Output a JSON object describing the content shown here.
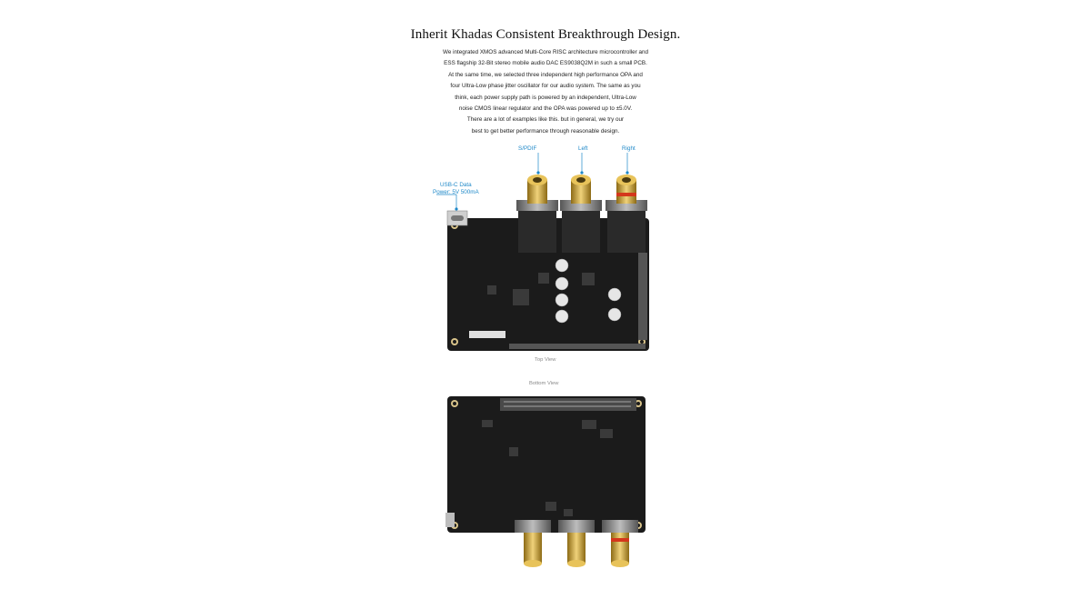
{
  "title": "Inherit Khadas Consistent Breakthrough Design.",
  "description_lines": [
    "We integrated XMOS advanced Multi-Core RISC architecture microcontroller and",
    "ESS flagship 32-Bit stereo mobile audio DAC ES9038Q2M in such a small PCB.",
    "At the same time, we selected three independent high performance OPA and",
    "four Ultra-Low phase jitter oscillator for our audio system. The same as you",
    "think, each power supply path is powered by an independent, Ultra-Low",
    "noise CMOS linear regulator and the OPA was powered up to ±5.0V.",
    "There are a lot of examples like this.  but in general,  we try our",
    "best to get better performance through reasonable design."
  ],
  "callouts": {
    "spdif": "S/PDIF",
    "left": "Left",
    "right": "Right",
    "usb_line1": "USB-C Data",
    "usb_line2": "Power: 5V 500mA"
  },
  "views": {
    "top": "Top View",
    "bottom": "Bottom View"
  },
  "colors": {
    "accent": "#1e88c8",
    "pcb": "#1b1b1b",
    "gold": "#c9a227",
    "red_ring": "#d4371c"
  }
}
